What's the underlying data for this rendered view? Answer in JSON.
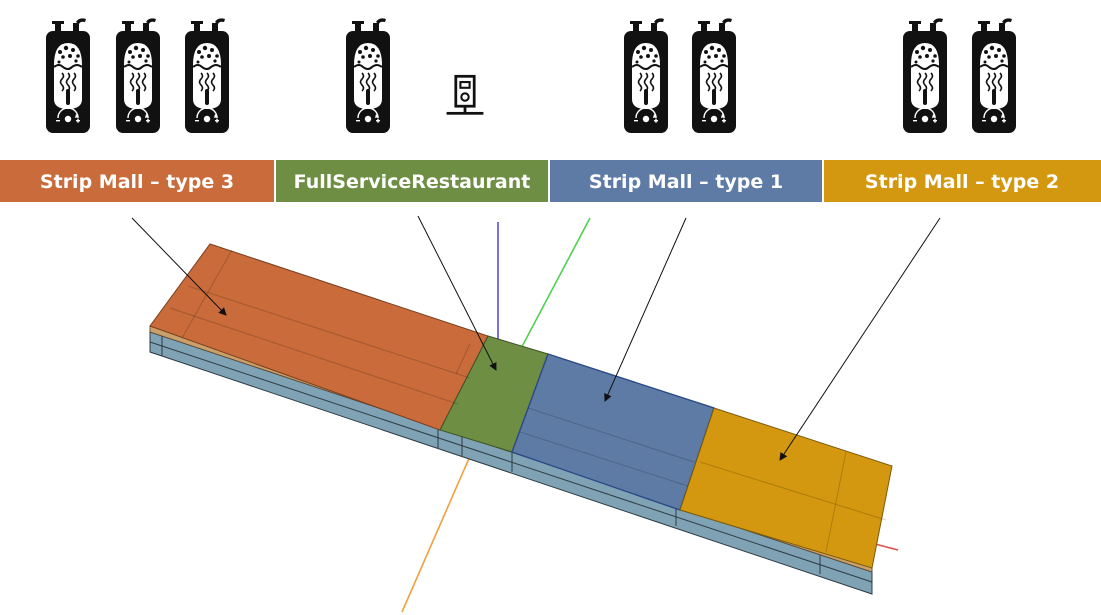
{
  "zones": [
    {
      "label": "Strip Mall – type 3",
      "color": "#C96B3A",
      "water_heaters": 3
    },
    {
      "label": "FullServiceRestaurant",
      "color": "#6E8E44",
      "water_heaters": 1
    },
    {
      "label": "Strip Mall – type 1",
      "color": "#5E7BA6",
      "water_heaters": 2
    },
    {
      "label": "Strip Mall – type 2",
      "color": "#D3980F",
      "water_heaters": 2
    }
  ],
  "icons": {
    "water_heater": "water-heater-icon",
    "booster": "booster-heater-icon"
  },
  "axes": {
    "x_color": "#E05050",
    "y_color": "#50D050",
    "z_color": "#5050E0",
    "origin_color": "#F0A040"
  },
  "building": {
    "wall_color": "#7FA3B5",
    "top_edge_color": "#C9A06A"
  }
}
